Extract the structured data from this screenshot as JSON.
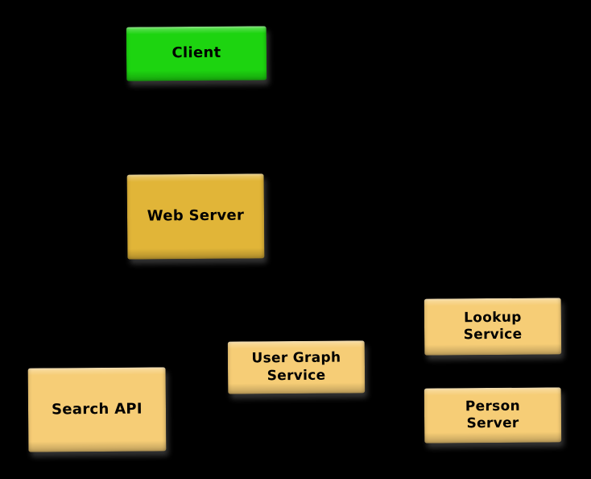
{
  "diagram": {
    "background_color": "#000000",
    "label_text_color": "#000000",
    "nodes": {
      "client": {
        "label": "Client",
        "fill": "#1dd410"
      },
      "web_server": {
        "label": "Web Server",
        "fill": "#e1b538"
      },
      "search_api": {
        "label": "Search API",
        "fill": "#f6cd76"
      },
      "user_graph_service": {
        "label": "User Graph\nService",
        "fill": "#f6cd76"
      },
      "lookup_service": {
        "label": "Lookup\nService",
        "fill": "#f6cd76"
      },
      "person_server": {
        "label": "Person\nServer",
        "fill": "#f6cd76"
      }
    }
  }
}
